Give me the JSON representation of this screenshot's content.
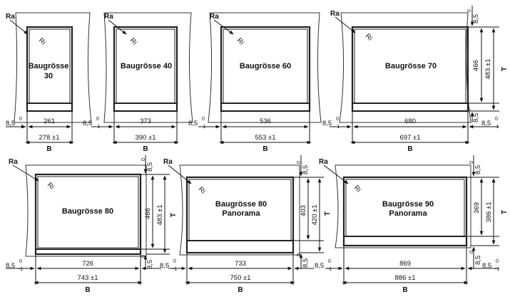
{
  "labels": {
    "ra": "Ra",
    "ri": "Ri",
    "b": "B",
    "t": "T",
    "tol_top": "0",
    "tol_main": "8,5",
    "tol_sub": "-1"
  },
  "sizes": {
    "s30": {
      "name1": "Baugrösse",
      "name2": "30",
      "inner": "261",
      "outer": "278 ±1"
    },
    "s40": {
      "name1": "Baugrösse 40",
      "inner": "373",
      "outer": "390 ±1"
    },
    "s60": {
      "name1": "Baugrösse 60",
      "inner": "536",
      "outer": "553 ±1"
    },
    "s70": {
      "name1": "Baugrösse 70",
      "inner": "680",
      "outer": "697 ±1",
      "h_inner": "466",
      "h_outer": "483 ±1"
    },
    "s80": {
      "name1": "Baugrösse 80",
      "inner": "726",
      "outer": "743 ±1",
      "h_inner": "466",
      "h_outer": "483 ±1"
    },
    "s80p": {
      "name1": "Baugrösse 80",
      "name2": "Panorama",
      "inner": "733",
      "outer": "750 ±1",
      "h_inner": "403",
      "h_outer": "420 ±1"
    },
    "s90p": {
      "name1": "Baugrösse 90",
      "name2": "Panorama",
      "inner": "869",
      "outer": "886 ±1",
      "h_inner": "369",
      "h_outer": "386 ±1"
    }
  }
}
